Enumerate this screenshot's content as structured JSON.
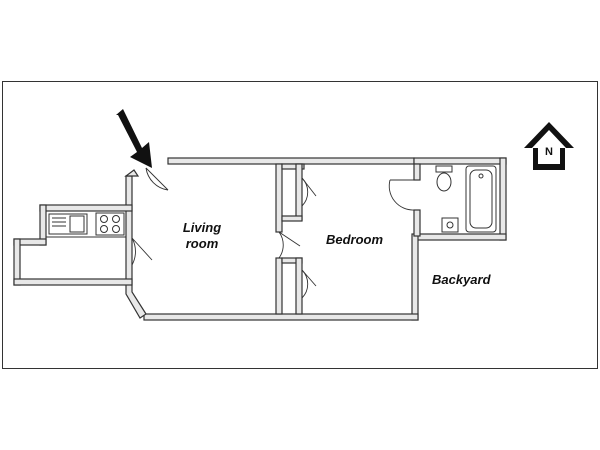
{
  "rooms": {
    "living": {
      "line1": "Living",
      "line2": "room"
    },
    "bedroom": "Bedroom",
    "backyard": "Backyard"
  },
  "compass": {
    "label": "N",
    "icon": "north-arrow-icon"
  },
  "entrance": {
    "icon": "entrance-arrow-icon"
  },
  "colors": {
    "wall": "#333333",
    "wall_fill": "#e8e8e8",
    "ink": "#111111"
  }
}
